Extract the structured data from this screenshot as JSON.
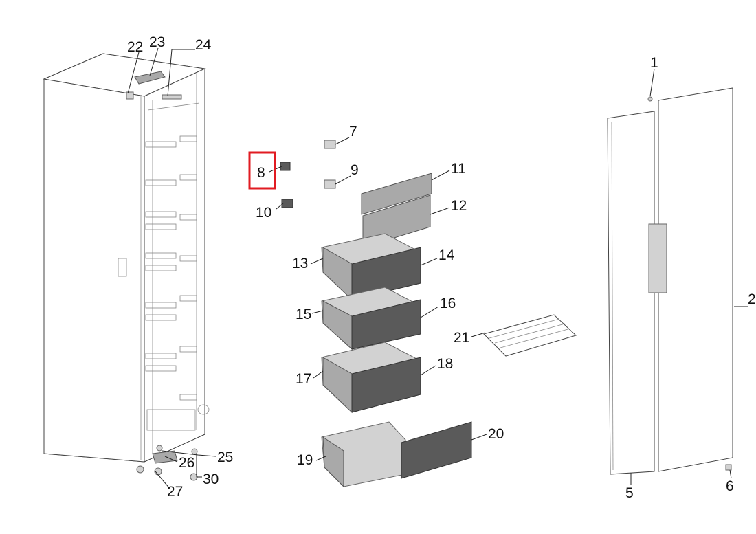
{
  "diagram": {
    "highlighted_part": "8",
    "part_numbers": {
      "p1": "1",
      "p2": "2",
      "p5": "5",
      "p6": "6",
      "p7": "7",
      "p8": "8",
      "p9": "9",
      "p10": "10",
      "p11": "11",
      "p12": "12",
      "p13": "13",
      "p14": "14",
      "p15": "15",
      "p16": "16",
      "p17": "17",
      "p18": "18",
      "p19": "19",
      "p20": "20",
      "p21": "21",
      "p22": "22",
      "p23": "23",
      "p24": "24",
      "p25": "25",
      "p26": "26",
      "p27": "27",
      "p30": "30"
    },
    "colors": {
      "highlight": "#e11b22",
      "drawer_front": "#5a5a5a",
      "drawer_body": "#a9a9a9"
    }
  }
}
